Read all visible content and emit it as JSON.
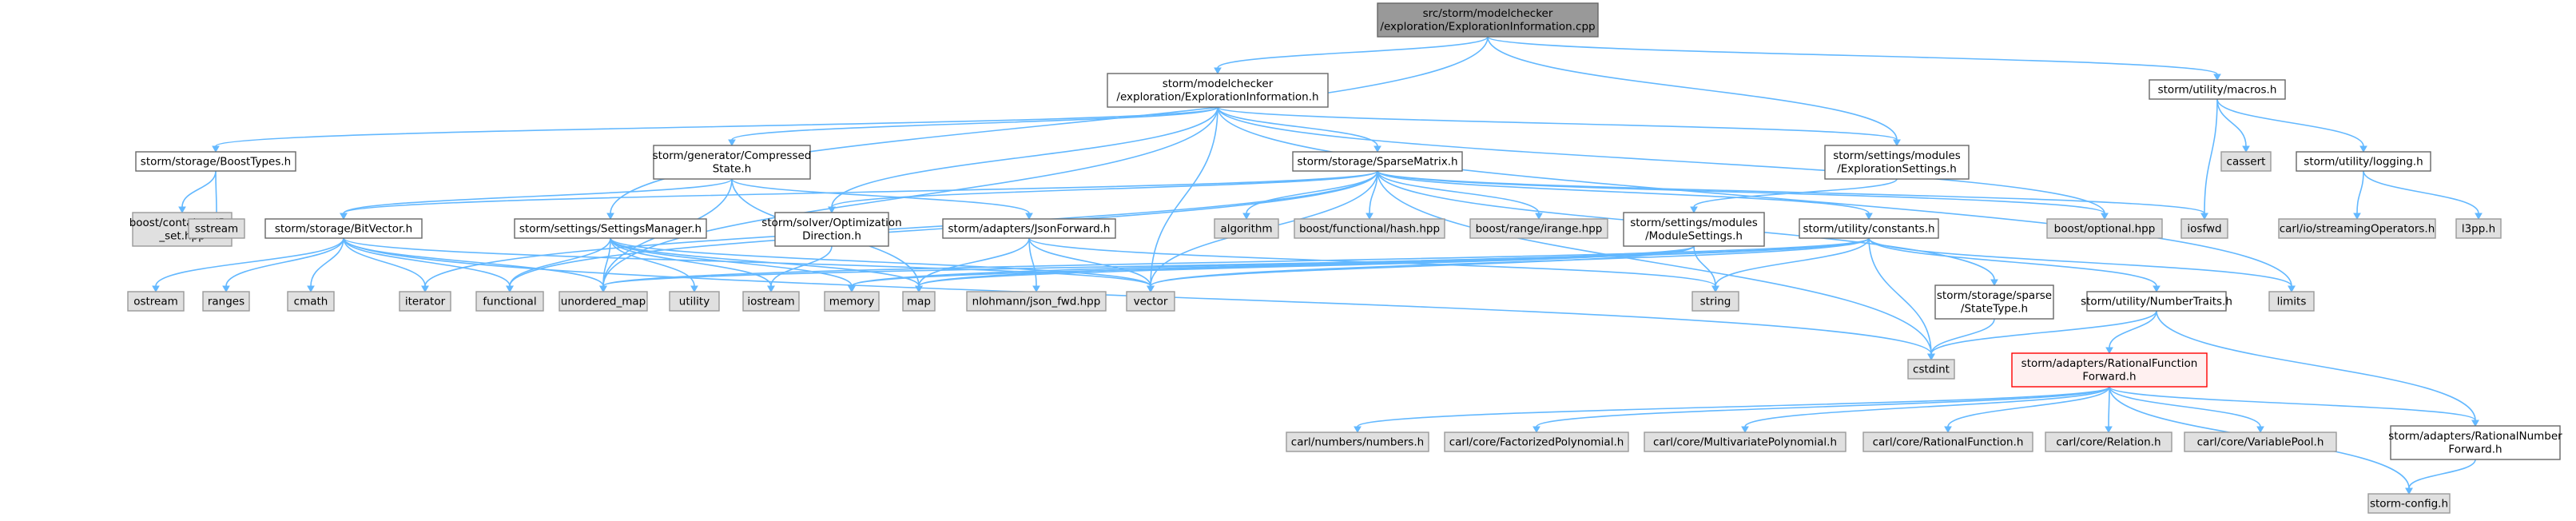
{
  "colors": {
    "edge": "#63b8ff",
    "root_fill": "#999999",
    "root_border": "#666666",
    "normal_fill": "#ffffff",
    "normal_border": "#666666",
    "external_fill": "#e0e0e0",
    "external_border": "#999999",
    "highlight_fill": "#fff0f0",
    "highlight_border": "#ff0000"
  },
  "nodes": [
    {
      "id": "root",
      "style": "root",
      "lines": [
        "src/storm/modelchecker",
        "/exploration/ExplorationInformation.cpp"
      ]
    },
    {
      "id": "expl_h",
      "style": "normal",
      "lines": [
        "storm/modelchecker",
        "/exploration/ExplorationInformation.h"
      ]
    },
    {
      "id": "macros",
      "style": "normal",
      "lines": [
        "storm/utility/macros.h"
      ]
    },
    {
      "id": "boosttypes",
      "style": "normal",
      "lines": [
        "storm/storage/BoostTypes.h"
      ]
    },
    {
      "id": "compressed",
      "style": "normal",
      "lines": [
        "storm/generator/Compressed",
        "State.h"
      ]
    },
    {
      "id": "sparsematrix",
      "style": "normal",
      "lines": [
        "storm/storage/SparseMatrix.h"
      ]
    },
    {
      "id": "explsettings",
      "style": "normal",
      "lines": [
        "storm/settings/modules",
        "/ExplorationSettings.h"
      ]
    },
    {
      "id": "logging",
      "style": "normal",
      "lines": [
        "storm/utility/logging.h"
      ]
    },
    {
      "id": "cassert",
      "style": "external",
      "lines": [
        "cassert"
      ]
    },
    {
      "id": "flatset",
      "style": "external",
      "lines": [
        "boost/container/flat",
        "_set.hpp"
      ]
    },
    {
      "id": "sstream",
      "style": "external",
      "lines": [
        "sstream"
      ]
    },
    {
      "id": "bitvector",
      "style": "normal",
      "lines": [
        "storm/storage/BitVector.h"
      ]
    },
    {
      "id": "settingsmgr",
      "style": "normal",
      "lines": [
        "storm/settings/SettingsManager.h"
      ]
    },
    {
      "id": "optdir",
      "style": "normal",
      "lines": [
        "storm/solver/Optimization",
        "Direction.h"
      ]
    },
    {
      "id": "jsonfwd",
      "style": "normal",
      "lines": [
        "storm/adapters/JsonForward.h"
      ]
    },
    {
      "id": "algorithm",
      "style": "external",
      "lines": [
        "algorithm"
      ]
    },
    {
      "id": "hash",
      "style": "external",
      "lines": [
        "boost/functional/hash.hpp"
      ]
    },
    {
      "id": "irange",
      "style": "external",
      "lines": [
        "boost/range/irange.hpp"
      ]
    },
    {
      "id": "modsettings",
      "style": "normal",
      "lines": [
        "storm/settings/modules",
        "/ModuleSettings.h"
      ]
    },
    {
      "id": "constants",
      "style": "normal",
      "lines": [
        "storm/utility/constants.h"
      ]
    },
    {
      "id": "optional",
      "style": "external",
      "lines": [
        "boost/optional.hpp"
      ]
    },
    {
      "id": "iosfwd",
      "style": "external",
      "lines": [
        "iosfwd"
      ]
    },
    {
      "id": "streamops",
      "style": "external",
      "lines": [
        "carl/io/streamingOperators.h"
      ]
    },
    {
      "id": "l3pp",
      "style": "external",
      "lines": [
        "l3pp.h"
      ]
    },
    {
      "id": "ostream",
      "style": "external",
      "lines": [
        "ostream"
      ]
    },
    {
      "id": "ranges",
      "style": "external",
      "lines": [
        "ranges"
      ]
    },
    {
      "id": "cmath",
      "style": "external",
      "lines": [
        "cmath"
      ]
    },
    {
      "id": "iterator",
      "style": "external",
      "lines": [
        "iterator"
      ]
    },
    {
      "id": "functional",
      "style": "external",
      "lines": [
        "functional"
      ]
    },
    {
      "id": "unordered_map",
      "style": "external",
      "lines": [
        "unordered_map"
      ]
    },
    {
      "id": "utility",
      "style": "external",
      "lines": [
        "utility"
      ]
    },
    {
      "id": "iostream",
      "style": "external",
      "lines": [
        "iostream"
      ]
    },
    {
      "id": "memory",
      "style": "external",
      "lines": [
        "memory"
      ]
    },
    {
      "id": "map",
      "style": "external",
      "lines": [
        "map"
      ]
    },
    {
      "id": "json_fwd",
      "style": "external",
      "lines": [
        "nlohmann/json_fwd.hpp"
      ]
    },
    {
      "id": "vector",
      "style": "external",
      "lines": [
        "vector"
      ]
    },
    {
      "id": "string",
      "style": "external",
      "lines": [
        "string"
      ]
    },
    {
      "id": "statetype",
      "style": "normal",
      "lines": [
        "storm/storage/sparse",
        "/StateType.h"
      ]
    },
    {
      "id": "numbertraits",
      "style": "normal",
      "lines": [
        "storm/utility/NumberTraits.h"
      ]
    },
    {
      "id": "limits",
      "style": "external",
      "lines": [
        "limits"
      ]
    },
    {
      "id": "cstdint",
      "style": "external",
      "lines": [
        "cstdint"
      ]
    },
    {
      "id": "rff",
      "style": "highlight",
      "lines": [
        "storm/adapters/RationalFunction",
        "Forward.h"
      ]
    },
    {
      "id": "numbers",
      "style": "external",
      "lines": [
        "carl/numbers/numbers.h"
      ]
    },
    {
      "id": "factpoly",
      "style": "external",
      "lines": [
        "carl/core/FactorizedPolynomial.h"
      ]
    },
    {
      "id": "mvpoly",
      "style": "external",
      "lines": [
        "carl/core/MultivariatePolynomial.h"
      ]
    },
    {
      "id": "ratfunc",
      "style": "external",
      "lines": [
        "carl/core/RationalFunction.h"
      ]
    },
    {
      "id": "relation",
      "style": "external",
      "lines": [
        "carl/core/Relation.h"
      ]
    },
    {
      "id": "varpool",
      "style": "external",
      "lines": [
        "carl/core/VariablePool.h"
      ]
    },
    {
      "id": "rnf",
      "style": "normal",
      "lines": [
        "storm/adapters/RationalNumber",
        "Forward.h"
      ]
    },
    {
      "id": "stormconfig",
      "style": "external",
      "lines": [
        "storm-config.h"
      ]
    }
  ],
  "edges": [
    [
      "root",
      "expl_h"
    ],
    [
      "root",
      "macros"
    ],
    [
      "root",
      "settingsmgr"
    ],
    [
      "root",
      "explsettings"
    ],
    [
      "expl_h",
      "boosttypes"
    ],
    [
      "expl_h",
      "compressed"
    ],
    [
      "expl_h",
      "sparsematrix"
    ],
    [
      "expl_h",
      "explsettings"
    ],
    [
      "expl_h",
      "optdir"
    ],
    [
      "expl_h",
      "vector"
    ],
    [
      "expl_h",
      "unordered_map"
    ],
    [
      "expl_h",
      "limits"
    ],
    [
      "expl_h",
      "optional"
    ],
    [
      "macros",
      "cassert"
    ],
    [
      "macros",
      "logging"
    ],
    [
      "macros",
      "iosfwd"
    ],
    [
      "logging",
      "streamops"
    ],
    [
      "logging",
      "l3pp"
    ],
    [
      "boosttypes",
      "flatset"
    ],
    [
      "boosttypes",
      "sstream"
    ],
    [
      "compressed",
      "bitvector"
    ],
    [
      "compressed",
      "jsonfwd"
    ],
    [
      "compressed",
      "map"
    ],
    [
      "compressed",
      "unordered_map"
    ],
    [
      "sparsematrix",
      "bitvector"
    ],
    [
      "sparsematrix",
      "optdir"
    ],
    [
      "sparsematrix",
      "constants"
    ],
    [
      "sparsematrix",
      "algorithm"
    ],
    [
      "sparsematrix",
      "hash"
    ],
    [
      "sparsematrix",
      "irange"
    ],
    [
      "sparsematrix",
      "optional"
    ],
    [
      "sparsematrix",
      "iosfwd"
    ],
    [
      "sparsematrix",
      "statetype"
    ],
    [
      "sparsematrix",
      "vector"
    ],
    [
      "sparsematrix",
      "iterator"
    ],
    [
      "sparsematrix",
      "functional"
    ],
    [
      "sparsematrix",
      "cstdint"
    ],
    [
      "explsettings",
      "modsettings"
    ],
    [
      "bitvector",
      "ostream"
    ],
    [
      "bitvector",
      "ranges"
    ],
    [
      "bitvector",
      "cmath"
    ],
    [
      "bitvector",
      "iterator"
    ],
    [
      "bitvector",
      "functional"
    ],
    [
      "bitvector",
      "unordered_map"
    ],
    [
      "bitvector",
      "vector"
    ],
    [
      "bitvector",
      "cstdint"
    ],
    [
      "settingsmgr",
      "functional"
    ],
    [
      "settingsmgr",
      "unordered_map"
    ],
    [
      "settingsmgr",
      "utility"
    ],
    [
      "settingsmgr",
      "iostream"
    ],
    [
      "settingsmgr",
      "memory"
    ],
    [
      "settingsmgr",
      "map"
    ],
    [
      "settingsmgr",
      "vector"
    ],
    [
      "optdir",
      "iostream"
    ],
    [
      "jsonfwd",
      "map"
    ],
    [
      "jsonfwd",
      "json_fwd"
    ],
    [
      "jsonfwd",
      "vector"
    ],
    [
      "jsonfwd",
      "string"
    ],
    [
      "modsettings",
      "unordered_map"
    ],
    [
      "modsettings",
      "memory"
    ],
    [
      "modsettings",
      "map"
    ],
    [
      "modsettings",
      "vector"
    ],
    [
      "modsettings",
      "string"
    ],
    [
      "constants",
      "numbertraits"
    ],
    [
      "constants",
      "limits"
    ],
    [
      "constants",
      "string"
    ],
    [
      "constants",
      "vector"
    ],
    [
      "constants",
      "cstdint"
    ],
    [
      "constants",
      "memory"
    ],
    [
      "constants",
      "unordered_map"
    ],
    [
      "constants",
      "map"
    ],
    [
      "statetype",
      "cstdint"
    ],
    [
      "numbertraits",
      "cstdint"
    ],
    [
      "numbertraits",
      "rff"
    ],
    [
      "numbertraits",
      "rnf"
    ],
    [
      "rff",
      "numbers"
    ],
    [
      "rff",
      "factpoly"
    ],
    [
      "rff",
      "mvpoly"
    ],
    [
      "rff",
      "ratfunc"
    ],
    [
      "rff",
      "relation"
    ],
    [
      "rff",
      "varpool"
    ],
    [
      "rff",
      "rnf"
    ],
    [
      "rff",
      "stormconfig"
    ],
    [
      "rnf",
      "stormconfig"
    ]
  ]
}
